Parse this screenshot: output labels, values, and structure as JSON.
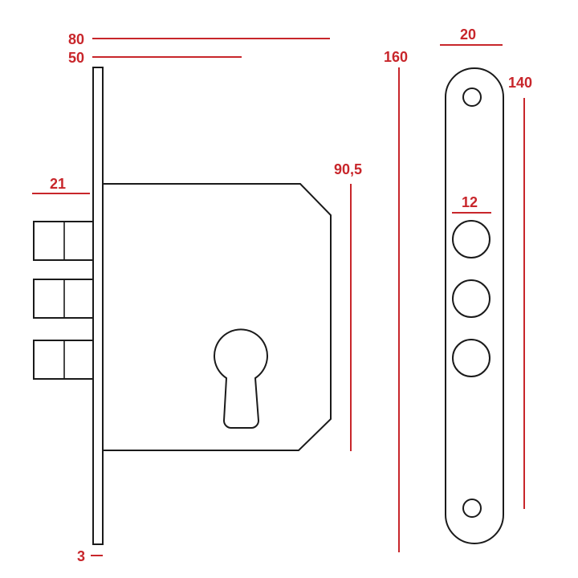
{
  "dimensions": {
    "body_depth": "80",
    "backset": "50",
    "faceplate_height": "160",
    "faceplate_width": "20",
    "strike_length": "140",
    "case_height": "90,5",
    "bolt_throw": "21",
    "hole_diameter": "12",
    "faceplate_thickness": "3"
  },
  "colors": {
    "dimension": "#c8262b",
    "outline": "#1a1a1a",
    "background": "#ffffff"
  }
}
